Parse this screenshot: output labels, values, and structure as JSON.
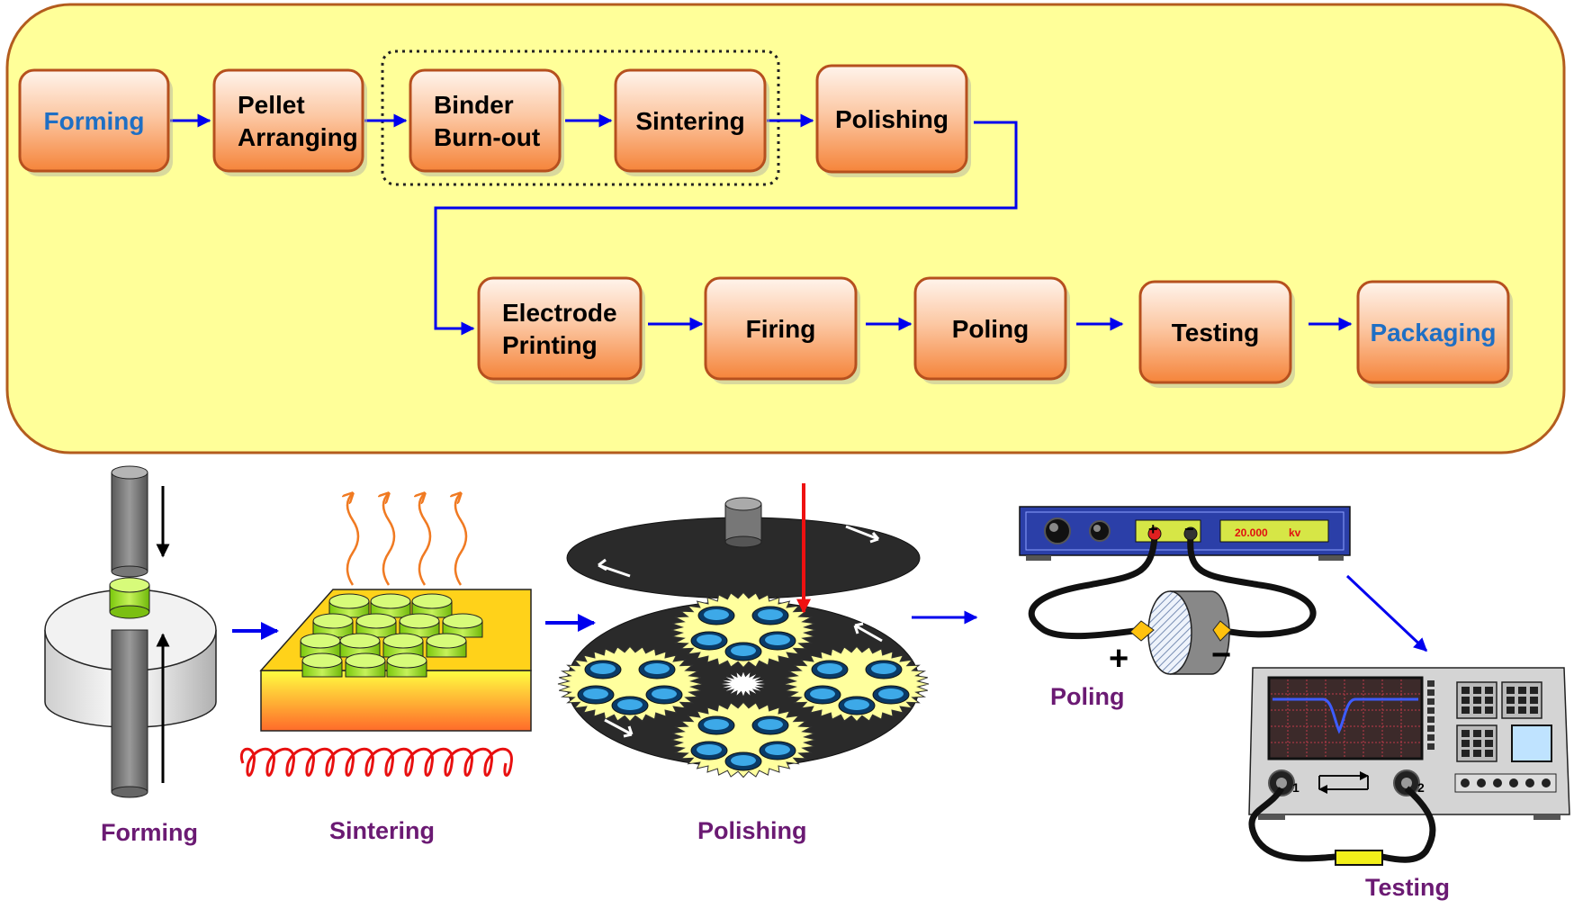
{
  "flow": {
    "row1": [
      {
        "id": "forming",
        "lines": [
          "Forming"
        ],
        "highlight": true
      },
      {
        "id": "pellet-arranging",
        "lines": [
          "Pellet",
          "Arranging"
        ],
        "highlight": false
      },
      {
        "id": "binder-burn-out",
        "lines": [
          "Binder",
          "Burn-out"
        ],
        "highlight": false
      },
      {
        "id": "sintering",
        "lines": [
          "Sintering"
        ],
        "highlight": false
      },
      {
        "id": "polishing",
        "lines": [
          "Polishing"
        ],
        "highlight": false
      }
    ],
    "row2": [
      {
        "id": "electrode-printing",
        "lines": [
          "Electrode",
          "Printing"
        ],
        "highlight": false
      },
      {
        "id": "firing",
        "lines": [
          "Firing"
        ],
        "highlight": false
      },
      {
        "id": "poling",
        "lines": [
          "Poling"
        ],
        "highlight": false
      },
      {
        "id": "testing",
        "lines": [
          "Testing"
        ],
        "highlight": false
      },
      {
        "id": "packaging",
        "lines": [
          "Packaging"
        ],
        "highlight": true
      }
    ]
  },
  "illustrations": {
    "forming_label": "Forming",
    "sintering_label": "Sintering",
    "polishing_label": "Polishing",
    "poling_label": "Poling",
    "testing_label": "Testing",
    "power_display": "20.000",
    "power_unit": "kv",
    "plus_sign": "+",
    "minus_sign": "−",
    "port_1": "1",
    "port_2": "2"
  },
  "colors": {
    "panel_fill": "#ffff99",
    "panel_border": "#b35c1e",
    "box_fill_top": "#fff2e8",
    "box_fill_bottom": "#f6883a",
    "box_border": "#b6501e",
    "text_dark": "#000000",
    "text_highlight": "#1f6fc4",
    "arrow": "#0000ee",
    "caption": "#6b1a73"
  }
}
